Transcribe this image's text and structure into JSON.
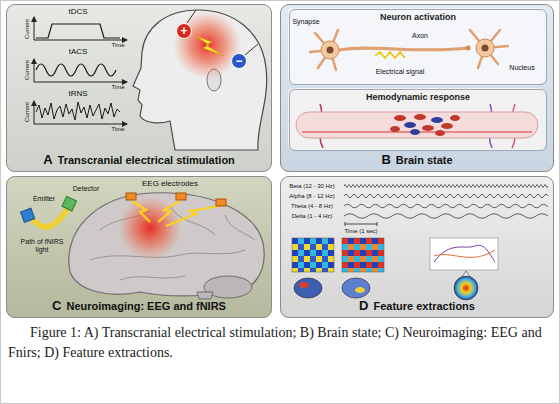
{
  "diagram": {
    "caption": "Figure 1: A) Transcranial electrical stimulation; B) Brain state; C) Neuroimaging: EEG and Fnirs; D) Feature extractions.",
    "nodes": [
      {
        "text": [
          "A",
          "Transcranial electrical stimulation"
        ]
      },
      {
        "text": [
          "+"
        ],
        "in": 0
      },
      {
        "text": [
          "−"
        ],
        "in": 0
      },
      {
        "text": [
          "B",
          "Brain state"
        ]
      },
      {
        "text": [
          "Neuron activation"
        ],
        "in": 3
      },
      {
        "text": [
          "Hemodynamic response"
        ],
        "in": 3
      },
      {
        "text": [
          "C",
          "Neuroimaging: EEG and fNIRS"
        ]
      },
      {
        "text": [
          "D",
          "Feature extractions"
        ]
      }
    ],
    "labels": [
      "tDCS",
      "Current",
      "Time",
      "tACS",
      "Current",
      "Time",
      "tRNS",
      "Current",
      "Time",
      "Synapse",
      "Axon",
      "Electrical signal",
      "Nucleus",
      "EEG electrodes",
      "Emitter",
      "Detector",
      "Path of fNIRS light",
      "Beta (12 - 30 Hz)",
      "Alpha (8 - 12 Hz)",
      "Theta (4 - 8 Hz)",
      "Delta (1 - 4 Hz)",
      "Time (1 sec)"
    ]
  }
}
